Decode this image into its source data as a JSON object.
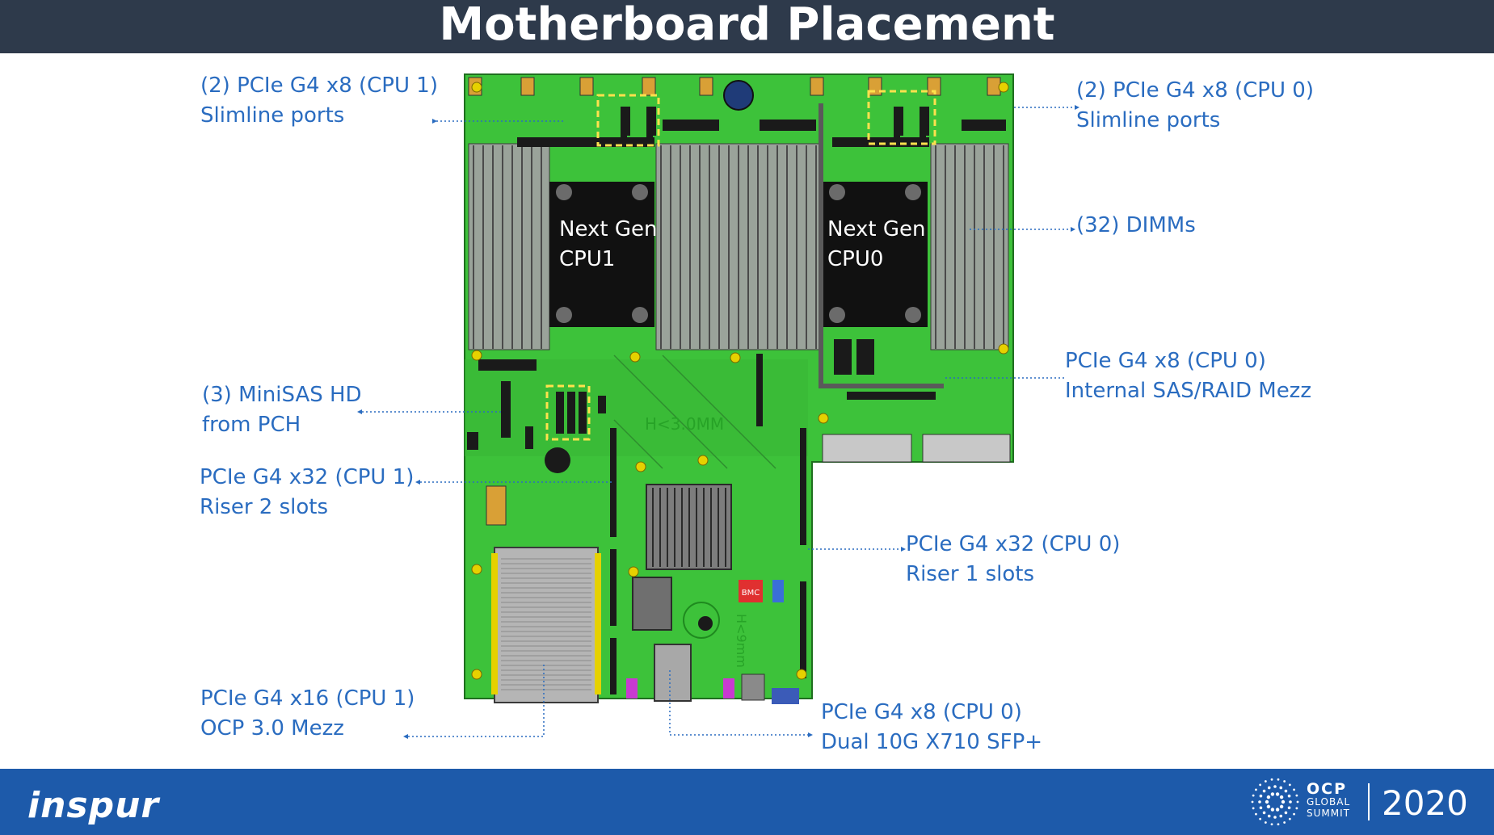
{
  "title": "Motherboard Placement",
  "callouts": {
    "slimline_cpu1": {
      "line1": "(2) PCIe G4 x8 (CPU 1)",
      "line2": "Slimline ports"
    },
    "slimline_cpu0": {
      "line1": "(2) PCIe G4 x8 (CPU 0)",
      "line2": "Slimline ports"
    },
    "dimms": {
      "line1": "(32) DIMMs"
    },
    "sas_mezz": {
      "line1": "PCIe G4 x8 (CPU 0)",
      "line2": "Internal SAS/RAID Mezz"
    },
    "minisas": {
      "line1": "(3) MiniSAS HD",
      "line2": "from PCH"
    },
    "riser2": {
      "line1": "PCIe G4 x32 (CPU 1)",
      "line2": "Riser 2 slots"
    },
    "riser1": {
      "line1": "PCIe G4 x32 (CPU 0)",
      "line2": "Riser 1 slots"
    },
    "ocp_mezz": {
      "line1": "PCIe G4 x16 (CPU 1)",
      "line2": "OCP 3.0 Mezz"
    },
    "sfp": {
      "line1": "PCIe G4 x8 (CPU 0)",
      "line2": "Dual 10G X710 SFP+"
    }
  },
  "cpus": {
    "cpu1": {
      "line1": "Next Gen",
      "line2": "CPU1"
    },
    "cpu0": {
      "line1": "Next Gen",
      "line2": "CPU0"
    }
  },
  "board_marks": {
    "height_a": "H<3.0MM",
    "height_b": "H<9mm",
    "bmc": "BMC"
  },
  "footer": {
    "brand": "inspur",
    "ocp_big": "OCP",
    "ocp_line2": "GLOBAL",
    "ocp_line3": "SUMMIT",
    "year": "2020"
  },
  "colors": {
    "board": "#3dc23a",
    "board_dark": "#2a9a2a",
    "accent_blue": "#2a6cc0",
    "title_bar": "#2e3a4b",
    "footer": "#1d5aaa",
    "highlight": "#ffe14d"
  }
}
